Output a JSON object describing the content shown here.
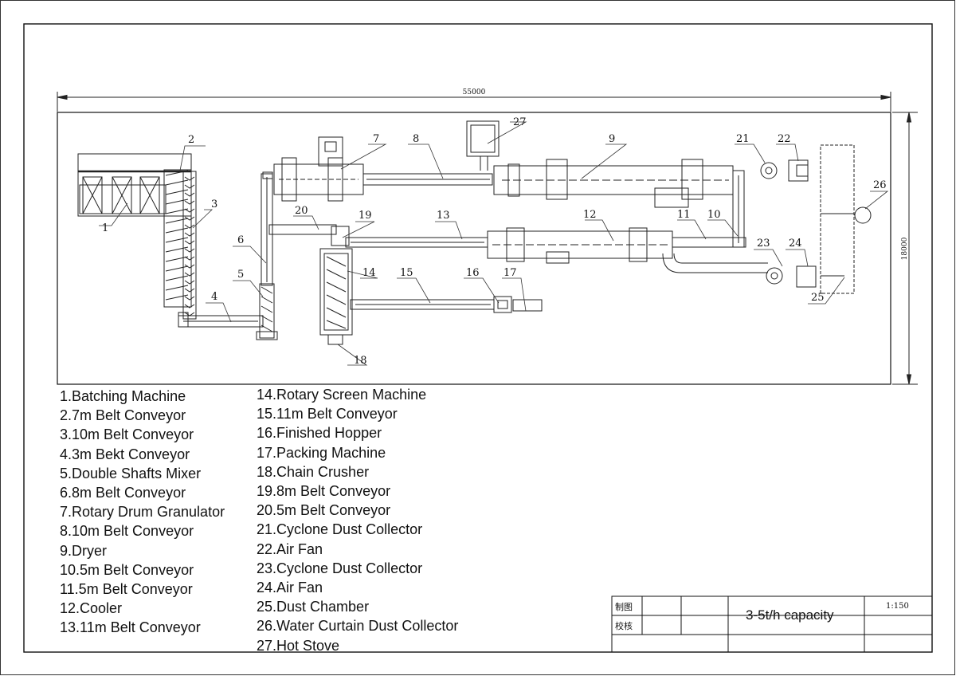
{
  "drawing": {
    "overall_length": "55000",
    "overall_width": "18000",
    "callouts": [
      "1",
      "2",
      "3",
      "4",
      "5",
      "6",
      "7",
      "8",
      "9",
      "10",
      "11",
      "12",
      "13",
      "14",
      "15",
      "16",
      "17",
      "18",
      "19",
      "20",
      "21",
      "22",
      "23",
      "24",
      "25",
      "26",
      "27"
    ]
  },
  "legend": {
    "column_a": [
      "1.Batching Machine",
      "2.7m Belt Conveyor",
      "3.10m Belt Conveyor",
      "4.3m Bekt Conveyor",
      "5.Double Shafts Mixer",
      "6.8m Belt Conveyor",
      "7.Rotary Drum Granulator",
      "8.10m Belt Conveyor",
      "9.Dryer",
      "10.5m Belt Conveyor",
      "11.5m Belt Conveyor",
      "12.Cooler",
      "13.11m Belt Conveyor"
    ],
    "column_b": [
      "14.Rotary Screen Machine",
      "15.11m Belt Conveyor",
      "16.Finished Hopper",
      "17.Packing Machine",
      "18.Chain Crusher",
      "19.8m Belt Conveyor",
      "20.5m Belt Conveyor",
      "21.Cyclone Dust Collector",
      "22.Air Fan",
      "23.Cyclone Dust Collector",
      "24.Air Fan",
      "25.Dust Chamber",
      "26.Water Curtain Dust Collector",
      "27.Hot Stove"
    ]
  },
  "title_block": {
    "drawn_label": "制图",
    "checked_label": "校核",
    "capacity": "3-5t/h capacity",
    "scale": "1:150"
  }
}
